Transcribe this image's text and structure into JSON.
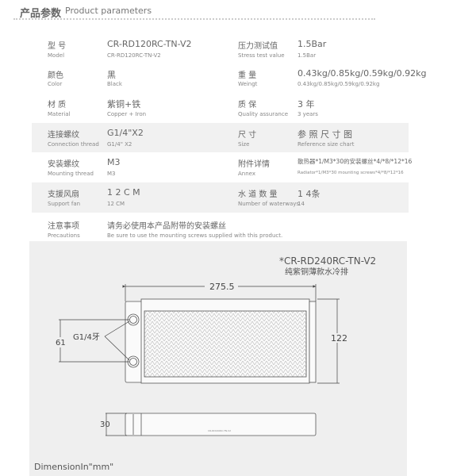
{
  "header": {
    "title_cn": "产品参数",
    "title_en": "Product parameters"
  },
  "rows": [
    {
      "l_cn": "型 号",
      "l_en": "Model",
      "v_cn": "CR-RD120RC-TN-V2",
      "v_en": "CR-RD120RC-TN-V2",
      "r_cn": "压力测试值",
      "r_en": "Stress test value",
      "rv_cn": "1.5Bar",
      "rv_en": "1.5Bar"
    },
    {
      "l_cn": "颜色",
      "l_en": "Color",
      "v_cn": "黑",
      "v_en": "Black",
      "r_cn": "重 量",
      "r_en": "Weingt",
      "rv_cn": "0.43kg/0.85kg/0.59kg/0.92kg",
      "rv_en": "0.43kg/0.85kg/0.59kg/0.92kg"
    },
    {
      "l_cn": "材 质",
      "l_en": "Material",
      "v_cn": "紫铜+铁",
      "v_en": "Copper + Iron",
      "r_cn": "质 保",
      "r_en": "Quality assurance",
      "rv_cn": "3 年",
      "rv_en": "3 years"
    },
    {
      "l_cn": "连接螺纹",
      "l_en": "Connection thread",
      "v_cn": "G1/4\"X2",
      "v_en": "G1/4\" X2",
      "r_cn": "尺 寸",
      "r_en": "Size",
      "rv_cn": "参 照 尺 寸 图",
      "rv_en": "Reference size chart"
    },
    {
      "l_cn": "安装螺纹",
      "l_en": "Mounting thread",
      "v_cn": "M3",
      "v_en": "M3",
      "r_cn": "附件详情",
      "r_en": "Annex",
      "rv_cn": "散热器*1/M3*30的安装螺丝*4/*8/*12*16",
      "rv_en": "Radiator*1/M3*30 mounting screws*4/*8/*12*16"
    },
    {
      "l_cn": "支援风扇",
      "l_en": "Support fan",
      "v_cn": "1 2 C M",
      "v_en": "12 CM",
      "r_cn": "水 道 数 量",
      "r_en": "Number of waterways",
      "rv_cn": "1 4条",
      "rv_en": "14"
    },
    {
      "l_cn": "注意事项",
      "l_en": "Precautions",
      "v_cn": "请务必使用本产品附带的安装螺丝",
      "v_en": "Be sure to use the mounting screws supplied with this product."
    }
  ],
  "diagram": {
    "model": "*CR-RD240RC-TN-V2",
    "subtitle": "纯紫铜薄款水冷排",
    "width": "275.5",
    "height": "122",
    "port_spacing": "61",
    "port_label": "G1/4牙",
    "thickness": "30",
    "unit_note": "DimensionIn\"mm\"",
    "side_label": "CR-RD240RC-TN-V2"
  }
}
